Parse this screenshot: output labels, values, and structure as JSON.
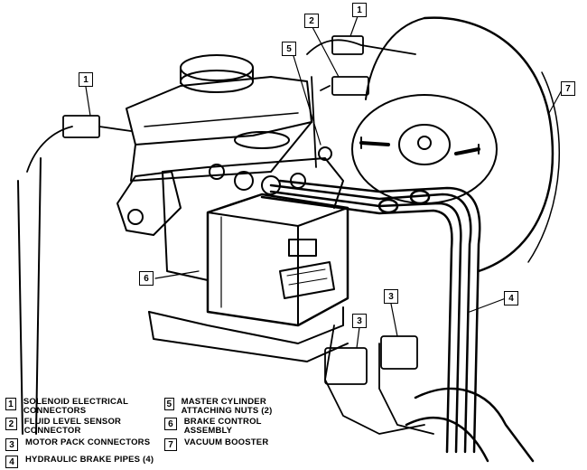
{
  "callouts": [
    {
      "id": "callout-1-left",
      "num": "1"
    },
    {
      "id": "callout-1-top",
      "num": "1"
    },
    {
      "id": "callout-2",
      "num": "2"
    },
    {
      "id": "callout-5",
      "num": "5"
    },
    {
      "id": "callout-7",
      "num": "7"
    },
    {
      "id": "callout-6",
      "num": "6"
    },
    {
      "id": "callout-3-left",
      "num": "3"
    },
    {
      "id": "callout-3-right",
      "num": "3"
    },
    {
      "id": "callout-4",
      "num": "4"
    }
  ],
  "legend": [
    {
      "num": "1",
      "text": "SOLENOID ELECTRICAL CONNECTORS"
    },
    {
      "num": "2",
      "text": "FLUID LEVEL SENSOR CONNECTOR"
    },
    {
      "num": "3",
      "text": "MOTOR PACK CONNECTORS"
    },
    {
      "num": "4",
      "text": "HYDRAULIC BRAKE PIPES (4)"
    },
    {
      "num": "5",
      "text": "MASTER CYLINDER ATTACHING NUTS (2)"
    },
    {
      "num": "6",
      "text": "BRAKE CONTROL ASSEMBLY"
    },
    {
      "num": "7",
      "text": "VACUUM BOOSTER"
    }
  ]
}
